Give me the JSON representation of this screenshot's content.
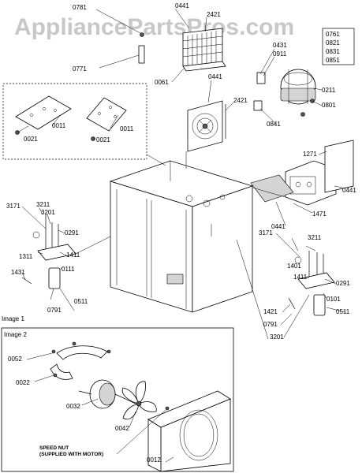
{
  "watermark": "AppliancePartsPros.com",
  "sections": {
    "image1": "Image 1",
    "image2": "Image 2"
  },
  "notes": {
    "speed_nut_line1": "SPEED NUT",
    "speed_nut_line2": "(SUPPLIED WITH MOTOR)"
  },
  "callouts": {
    "p0781": "0781",
    "p0441_top": "0441",
    "p2421_top": "2421",
    "p0771": "0771",
    "p0061": "0061",
    "p0441_mid": "0441",
    "p2421_mid": "2421",
    "p0431": "0431",
    "p0911": "0911",
    "p0211": "0211",
    "p0801": "0801",
    "p0841": "0841",
    "p0011_a": "0011",
    "p0011_b": "0011",
    "p0021_a": "0021",
    "p0021_b": "0021",
    "p1271": "1271",
    "p0441_right": "0441",
    "p1471": "1471",
    "p0441_lower": "0441",
    "p3171_left": "3171",
    "p3211_left": "3211",
    "p3201_left": "3201",
    "p0291_left": "0291",
    "p1311": "1311",
    "p1411_left": "1411",
    "p1431": "1431",
    "p0111": "0111",
    "p0511_left": "0511",
    "p0791_left": "0791",
    "p3171_right": "3171",
    "p3211_right": "3211",
    "p1401": "1401",
    "p1411_right": "1411",
    "p0291_right": "0291",
    "p0101": "0101",
    "p1421": "1421",
    "p0791_right": "0791",
    "p0511_right": "0511",
    "p3201_right": "3201",
    "p0052": "0052",
    "p0022": "0022",
    "p0032": "0032",
    "p0042": "0042",
    "p0012": "0012"
  },
  "compressor_box": [
    "0761",
    "0821",
    "0831",
    "0851"
  ]
}
